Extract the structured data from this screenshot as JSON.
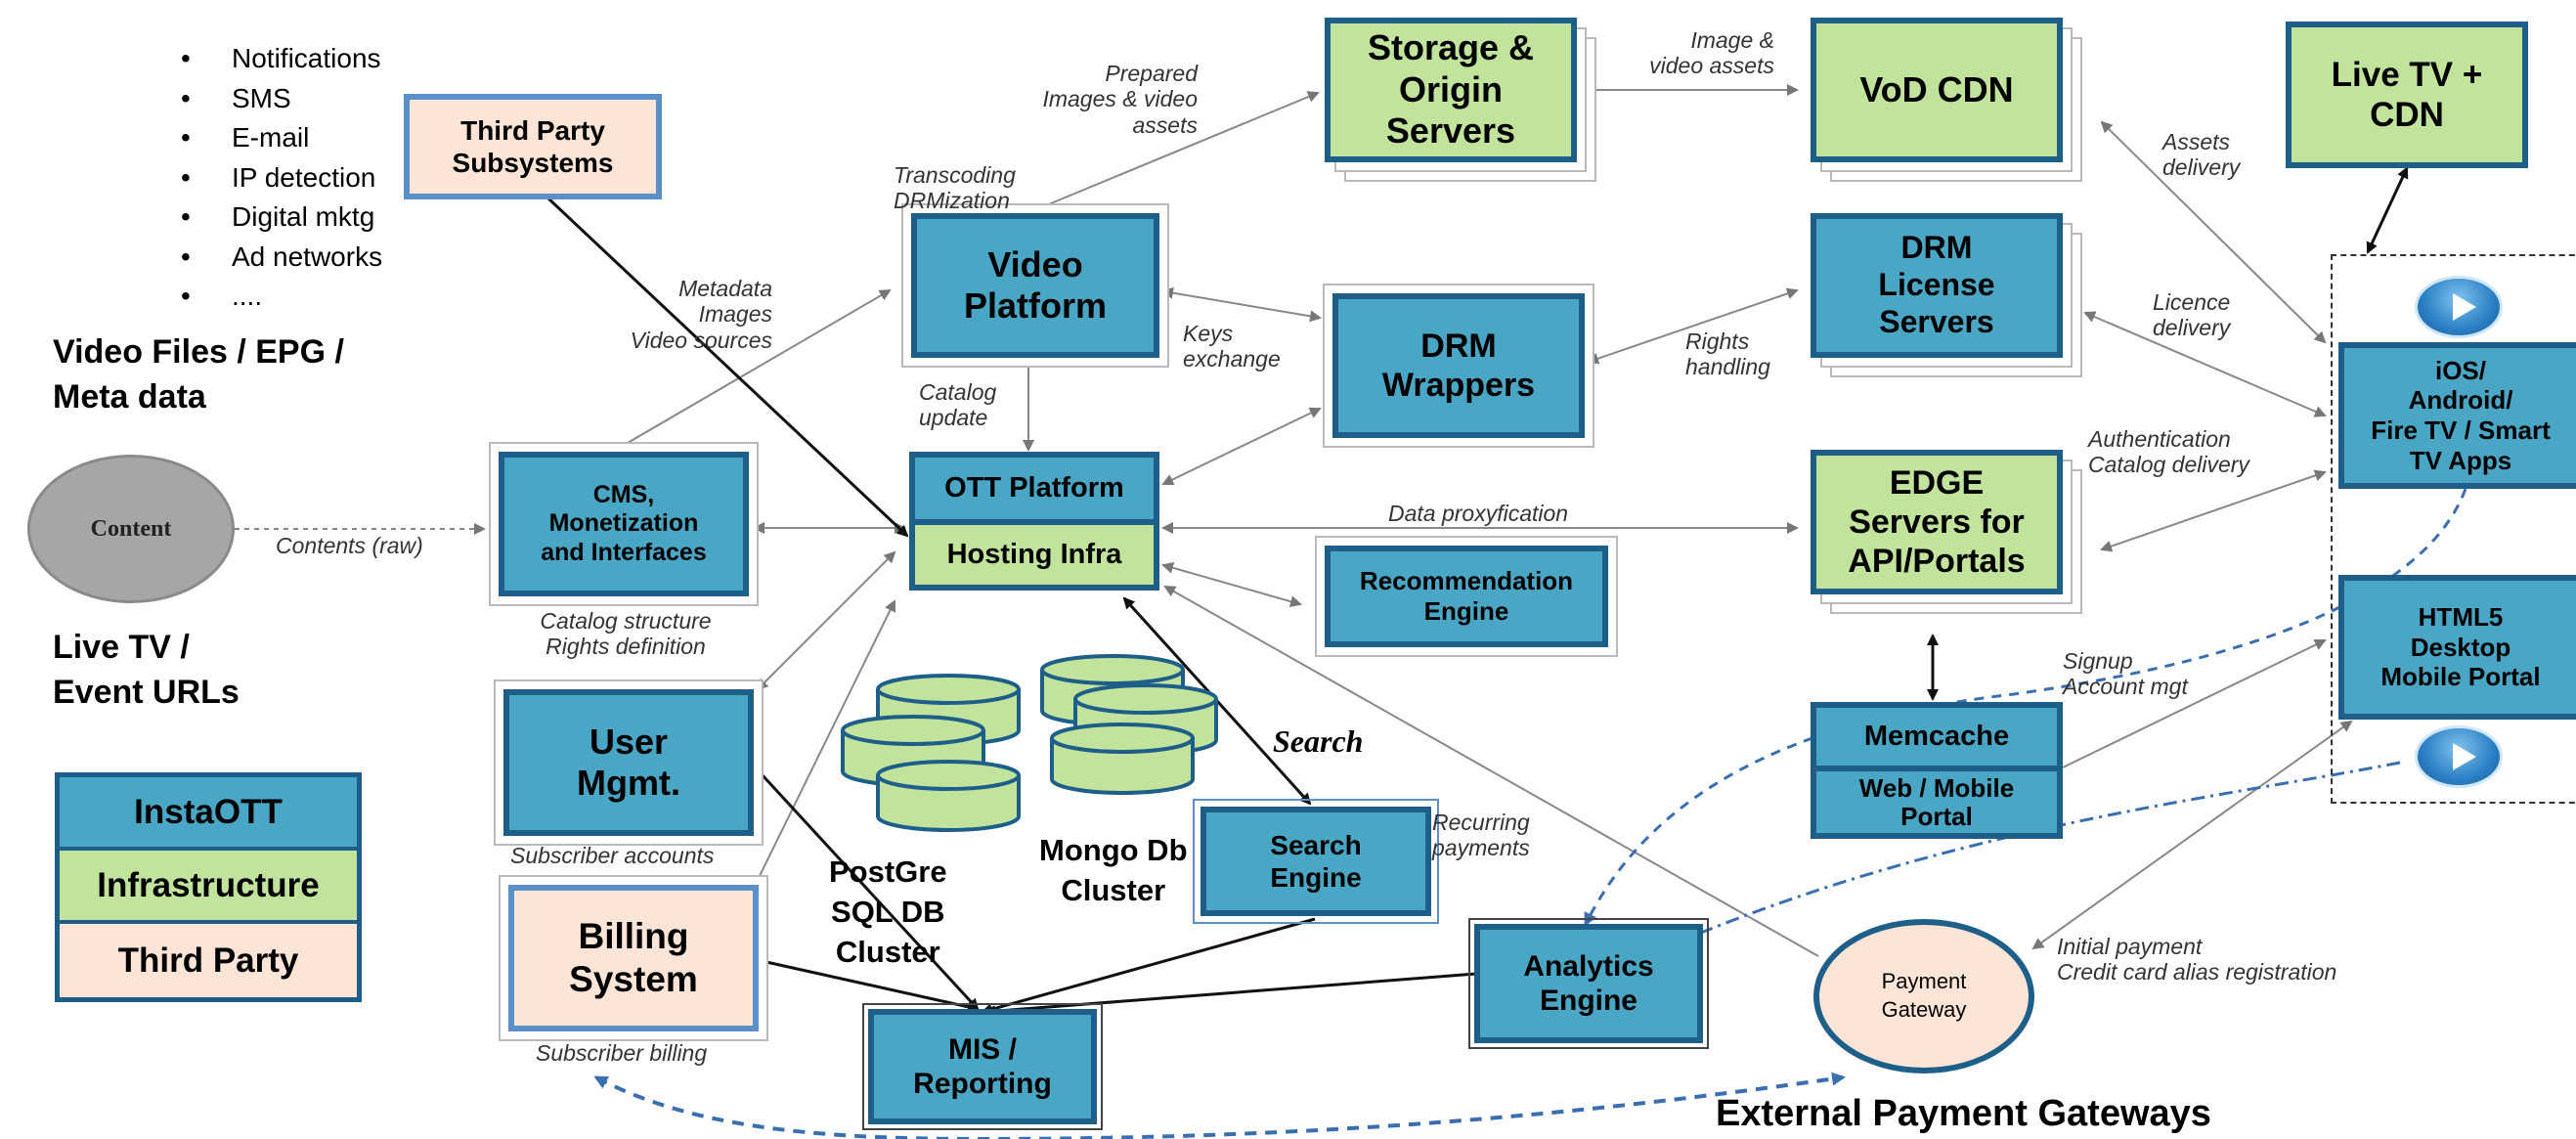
{
  "bullets": [
    "Notifications",
    "SMS",
    "E-mail",
    "IP detection",
    "Digital mktg",
    "Ad networks",
    "...."
  ],
  "sources": {
    "video_files": "Video Files /  EPG /\nMeta data",
    "live_tv": "Live TV  /\nEvent URLs",
    "content": "Content"
  },
  "legend": {
    "instaott": "InstaOTT",
    "infrastructure": "Infrastructure",
    "third_party": "Third Party",
    "colors": {
      "instaott": "#4aa6c5",
      "infrastructure": "#c2e39b",
      "third_party": "#fce4d6",
      "border": "#1e5f8a"
    }
  },
  "nodes": {
    "third_party_subsystems": "Third Party\nSubsystems",
    "video_platform": "Video\nPlatform",
    "storage_origin": "Storage &\nOrigin\nServers",
    "vod_cdn": "VoD CDN",
    "live_tv_cdn": "Live TV +\nCDN",
    "drm_wrappers": "DRM\nWrappers",
    "drm_license": "DRM\nLicense\nServers",
    "cms": "CMS,\nMonetization\nand Interfaces",
    "ott_platform": "OTT Platform",
    "hosting_infra": "Hosting Infra",
    "recommendation": "Recommendation\nEngine",
    "edge_servers": "EDGE\nServers for\nAPI/Portals",
    "apps": "iOS/\nAndroid/\nFire TV / Smart\nTV Apps",
    "html5": "HTML5\nDesktop\nMobile Portal",
    "user_mgmt": "User\nMgmt.",
    "memcache": "Memcache",
    "web_mobile": "Web / Mobile\nPortal",
    "search_engine": "Search\nEngine",
    "billing": "Billing\nSystem",
    "analytics": "Analytics\nEngine",
    "mis": "MIS /\nReporting",
    "payment_gateway": "Payment\nGateway",
    "postgres": "PostGre\nSQL DB\nCluster",
    "mongo": "Mongo Db\nCluster"
  },
  "edge_labels": {
    "prepared": "Prepared\nImages & video\nassets",
    "image_video": "Image &\nvideo assets",
    "assets_delivery": "Assets\ndelivery",
    "transcoding": "Transcoding\nDRMization",
    "metadata": "Metadata\nImages\nVideo sources",
    "keys": "Keys\nexchange",
    "rights": "Rights\nhandling",
    "licence": "Licence\ndelivery",
    "catalog_update": "Catalog\nupdate",
    "auth": "Authentication\nCatalog delivery",
    "contents_raw": "Contents (raw)",
    "data_proxy": "Data proxyfication",
    "catalog_structure": "Catalog structure\nRights definition",
    "signup": "Signup\nAccount mgt",
    "search": "Search",
    "recurring": "Recurring\npayments",
    "subscriber_accounts": "Subscriber accounts",
    "subscriber_billing": "Subscriber billing",
    "initial_payment": "Initial payment\nCredit card alias registration"
  },
  "external_gateways": "External Payment Gateways"
}
